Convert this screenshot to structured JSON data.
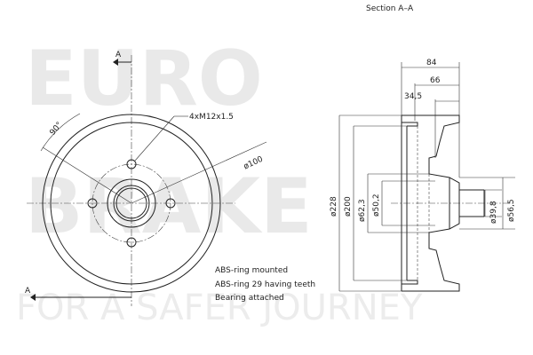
{
  "watermark": {
    "line1": "EURO",
    "line2": "BRAKE",
    "tagline": "FOR A SAFER JOURNEY"
  },
  "section_title": "Section A–A",
  "front_view": {
    "section_mark": "A",
    "angle_label": "90°",
    "bolt_label": "4xM12x1.5",
    "diameter_label": "ø100"
  },
  "notes": [
    "ABS-ring mounted",
    "ABS-ring 29 having teeth",
    "Bearing attached"
  ],
  "section_view": {
    "dim_84": "84",
    "dim_66": "66",
    "dim_345": "34,5",
    "dia_228": "ø228",
    "dia_200": "ø200",
    "dia_623": "ø62,3",
    "dia_502": "ø50,2",
    "dia_398": "ø39,8",
    "dia_565": "ø56,5"
  }
}
